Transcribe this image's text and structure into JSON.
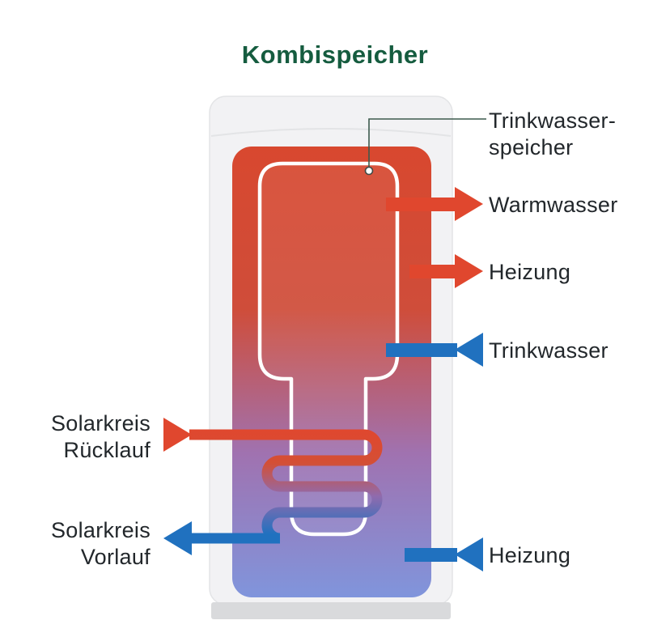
{
  "title": "Kombispeicher",
  "labels": {
    "inner_tank_line1": "Trinkwasser-",
    "inner_tank_line2": "speicher",
    "warmwasser": "Warmwasser",
    "heizung_supply": "Heizung",
    "trinkwasser": "Trinkwasser",
    "heizung_return": "Heizung",
    "solar_ruecklauf_line1": "Solarkreis",
    "solar_ruecklauf_line2": "Rücklauf",
    "solar_vorlauf_line1": "Solarkreis",
    "solar_vorlauf_line2": "Vorlauf"
  },
  "colors": {
    "hot": "#e0472e",
    "cold": "#2071bf",
    "title": "#155c3f",
    "text": "#22272b",
    "shell": "#f2f2f4",
    "shell_border": "#e3e4e6",
    "base": "#d9dadc",
    "leader": "#3c5a4d",
    "water_top": "#d8482f",
    "water_bottom": "#8095dc"
  }
}
